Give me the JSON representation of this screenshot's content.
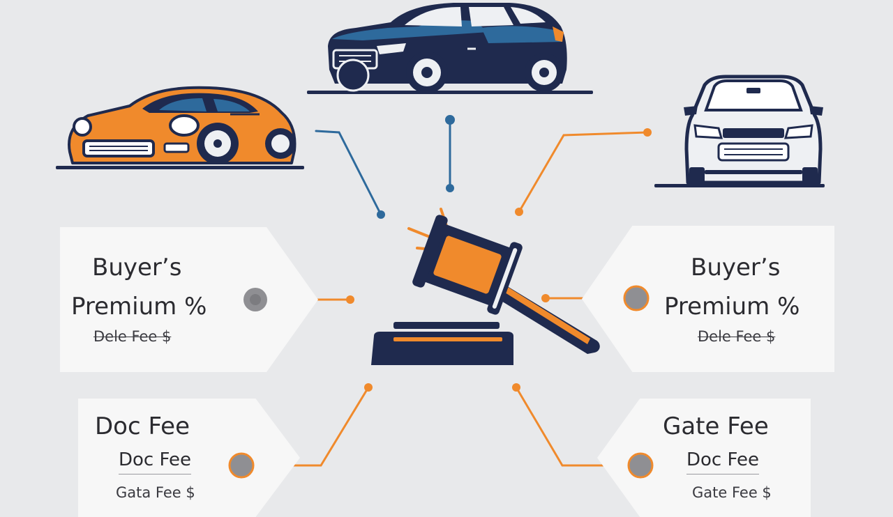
{
  "colors": {
    "navy": "#1f2a4e",
    "blue": "#2e6a9c",
    "orange": "#f08a2c",
    "silver": "#eef0f3",
    "connector_gray": "#8f8f93"
  },
  "cards": {
    "top_left": {
      "line1": "Buyer’s",
      "line2": "Premium %",
      "line3": "Dele Fee $"
    },
    "top_right": {
      "line1": "Buyer’s",
      "line2": "Premium %",
      "line3": "Dele Fee $"
    },
    "bottom_left": {
      "title": "Doc Fee",
      "line2": "Doc Fee",
      "line3": "Gata Fee $"
    },
    "bottom_right": {
      "title": "Gate Fee",
      "line2": "Doc Fee",
      "line3": "Gate Fee $"
    }
  },
  "icons": {
    "vehicles": [
      "sports-car-icon",
      "suv-icon",
      "sedan-front-icon"
    ],
    "center": "auction-gavel-icon"
  }
}
